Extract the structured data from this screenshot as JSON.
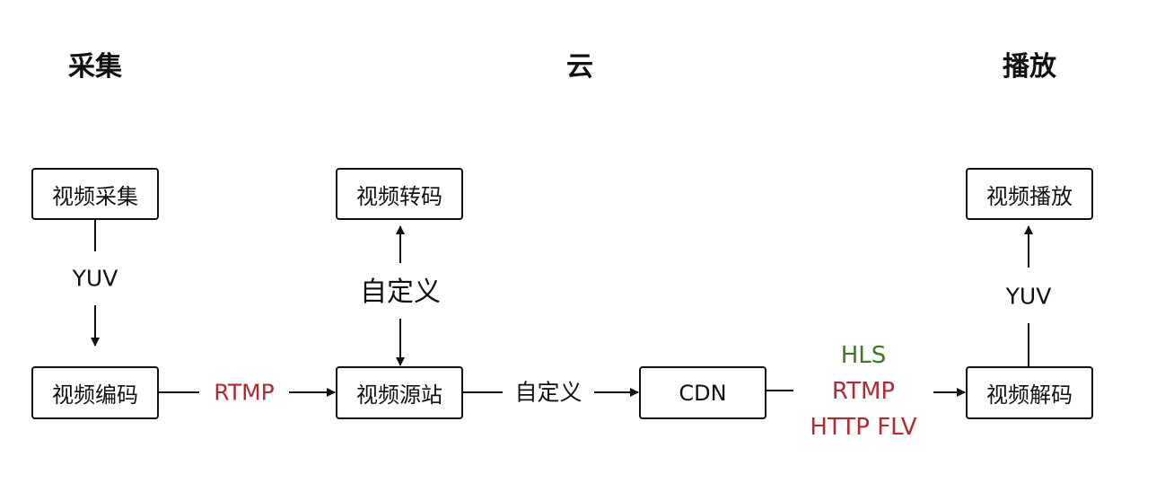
{
  "sections": {
    "capture": "采集",
    "cloud": "云",
    "playback": "播放"
  },
  "nodes": {
    "video_capture": "视频采集",
    "video_encode": "视频编码",
    "video_transcode": "视频转码",
    "video_origin": "视频源站",
    "cdn": "CDN",
    "video_play": "视频播放",
    "video_decode": "视频解码"
  },
  "edges": {
    "capture_to_encode": "YUV",
    "encode_to_origin": "RTMP",
    "transcode_origin": "自定义",
    "origin_to_cdn": "自定义",
    "cdn_to_decode": [
      "HLS",
      "RTMP",
      "HTTP FLV"
    ],
    "decode_to_play": "YUV"
  },
  "colors": {
    "line": "#111111",
    "rtmp": "#b5282f",
    "hls": "#3a7a22"
  }
}
